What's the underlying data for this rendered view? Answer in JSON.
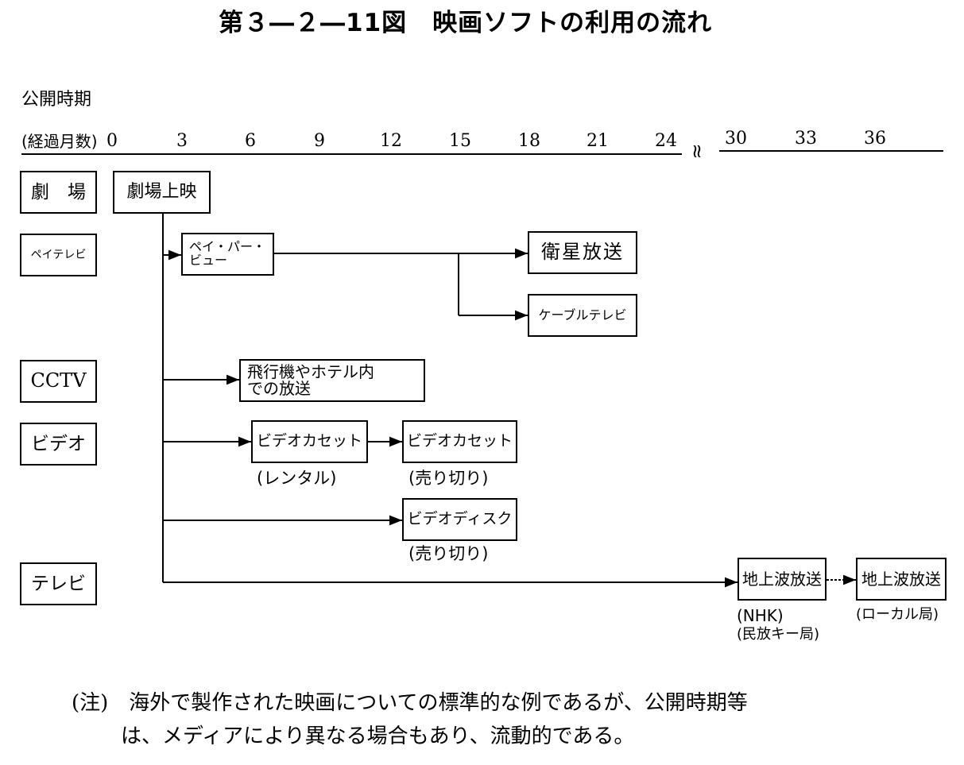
{
  "title": "第３―２―11図　映画ソフトの利用の流れ",
  "timeline": {
    "heading": "公開時期",
    "unit_label": "(経過月数)",
    "ticks_before_break": [
      "0",
      "3",
      "6",
      "9",
      "12",
      "15",
      "18",
      "21",
      "24"
    ],
    "break_symbol": "≀≀",
    "ticks_after_break": [
      "30",
      "33",
      "36"
    ]
  },
  "media": [
    "劇　場",
    "ペイテレビ",
    "CCTV",
    "ビデオ",
    "テレビ"
  ],
  "nodes": {
    "theater": "劇場上映",
    "payperview_line1": "ペイ・パー・",
    "payperview_line2": "ビュー",
    "satellite": "衛星放送",
    "cable": "ケーブルテレビ",
    "inflight_line1": "飛行機やホテル内",
    "inflight_line2": "での放送",
    "video_rental": "ビデオカセット",
    "video_rental_note": "(レンタル)",
    "video_sale": "ビデオカセット",
    "video_sale_note": "(売り切り)",
    "videodisc": "ビデオディスク",
    "videodisc_note": "(売り切り)",
    "terrestrial_key": "地上波放送",
    "terrestrial_key_note1": "(NHK)",
    "terrestrial_key_note2": "(民放キー局)",
    "terrestrial_local": "地上波放送",
    "terrestrial_local_note": "(ローカル局)"
  },
  "note": {
    "line1": "(注)　海外で製作された映画についての標準的な例であるが、公開時期等",
    "line2": "は、メディアにより異なる場合もあり、流動的である。"
  }
}
